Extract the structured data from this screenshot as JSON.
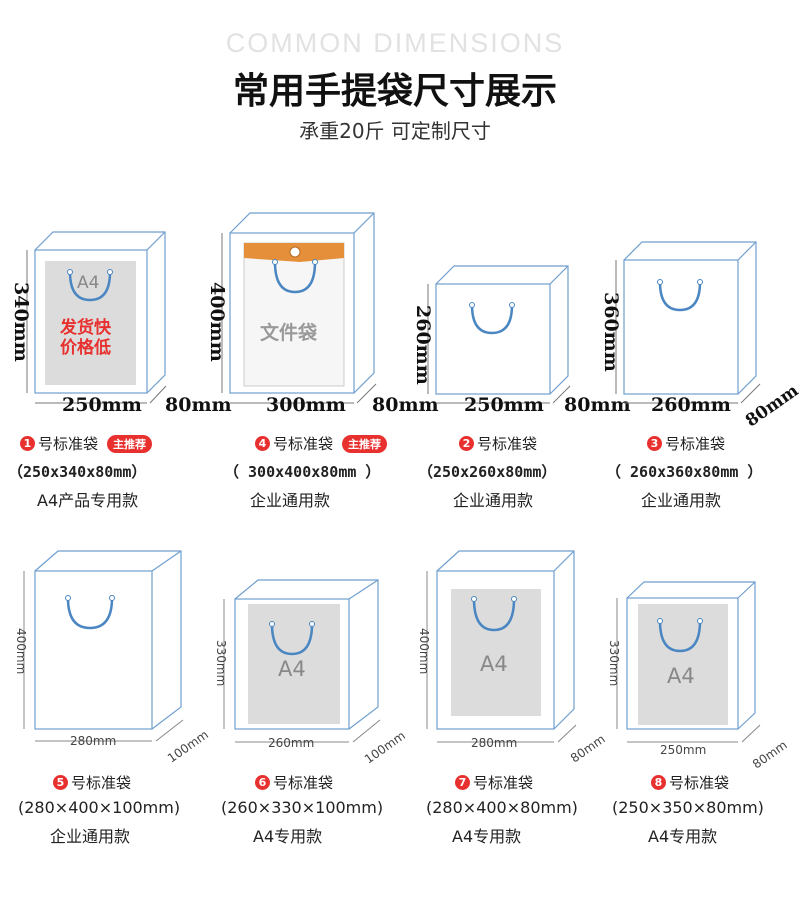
{
  "header": {
    "title_en": "COMMON DIMENSIONS",
    "title_cn": "常用手提袋尺寸展示",
    "subtitle": "承重20斤  可定制尺寸"
  },
  "colors": {
    "outline": "#6f9fcf",
    "handle": "#4a86c2",
    "panel": "#dcdcdc",
    "red": "#e8302f",
    "orange": "#e58f3a"
  },
  "bags": [
    {
      "num": "1",
      "name": "号标准袋",
      "badge": "主推荐",
      "spec": "（250x340x80mm）",
      "note": "A4产品专用款",
      "w": "250mm",
      "h": "340mm",
      "d": "80mm",
      "inner_label": "A4",
      "inner_text": "发货快\n价格低"
    },
    {
      "num": "4",
      "name": "号标准袋",
      "badge": "主推荐",
      "spec": "（ 300x400x80mm ）",
      "note": "企业通用款",
      "w": "300mm",
      "h": "400mm",
      "d": "80mm",
      "inner_label": "文件袋"
    },
    {
      "num": "2",
      "name": "号标准袋",
      "spec": "（250x260x80mm）",
      "note": "企业通用款",
      "w": "250mm",
      "h": "260mm",
      "d": "80mm"
    },
    {
      "num": "3",
      "name": "号标准袋",
      "spec": "（ 260x360x80mm ）",
      "note": "企业通用款",
      "w": "260mm",
      "h": "360mm",
      "d": "80mm"
    },
    {
      "num": "5",
      "name": "号标准袋",
      "spec": "(280×400×100mm)",
      "note": "企业通用款",
      "w": "280mm",
      "h": "400mm",
      "d": "100mm"
    },
    {
      "num": "6",
      "name": "号标准袋",
      "spec": "(260×330×100mm)",
      "note": "A4专用款",
      "w": "260mm",
      "h": "330mm",
      "d": "100mm",
      "inner_label": "A4"
    },
    {
      "num": "7",
      "name": "号标准袋",
      "spec": "(280×400×80mm)",
      "note": "A4专用款",
      "w": "280mm",
      "h": "400mm",
      "d": "80mm",
      "inner_label": "A4"
    },
    {
      "num": "8",
      "name": "号标准袋",
      "spec": "(250×350×80mm)",
      "note": "A4专用款",
      "w": "250mm",
      "h": "330mm",
      "d": "80mm",
      "w_label": "250mm",
      "inner_label": "A4"
    }
  ]
}
